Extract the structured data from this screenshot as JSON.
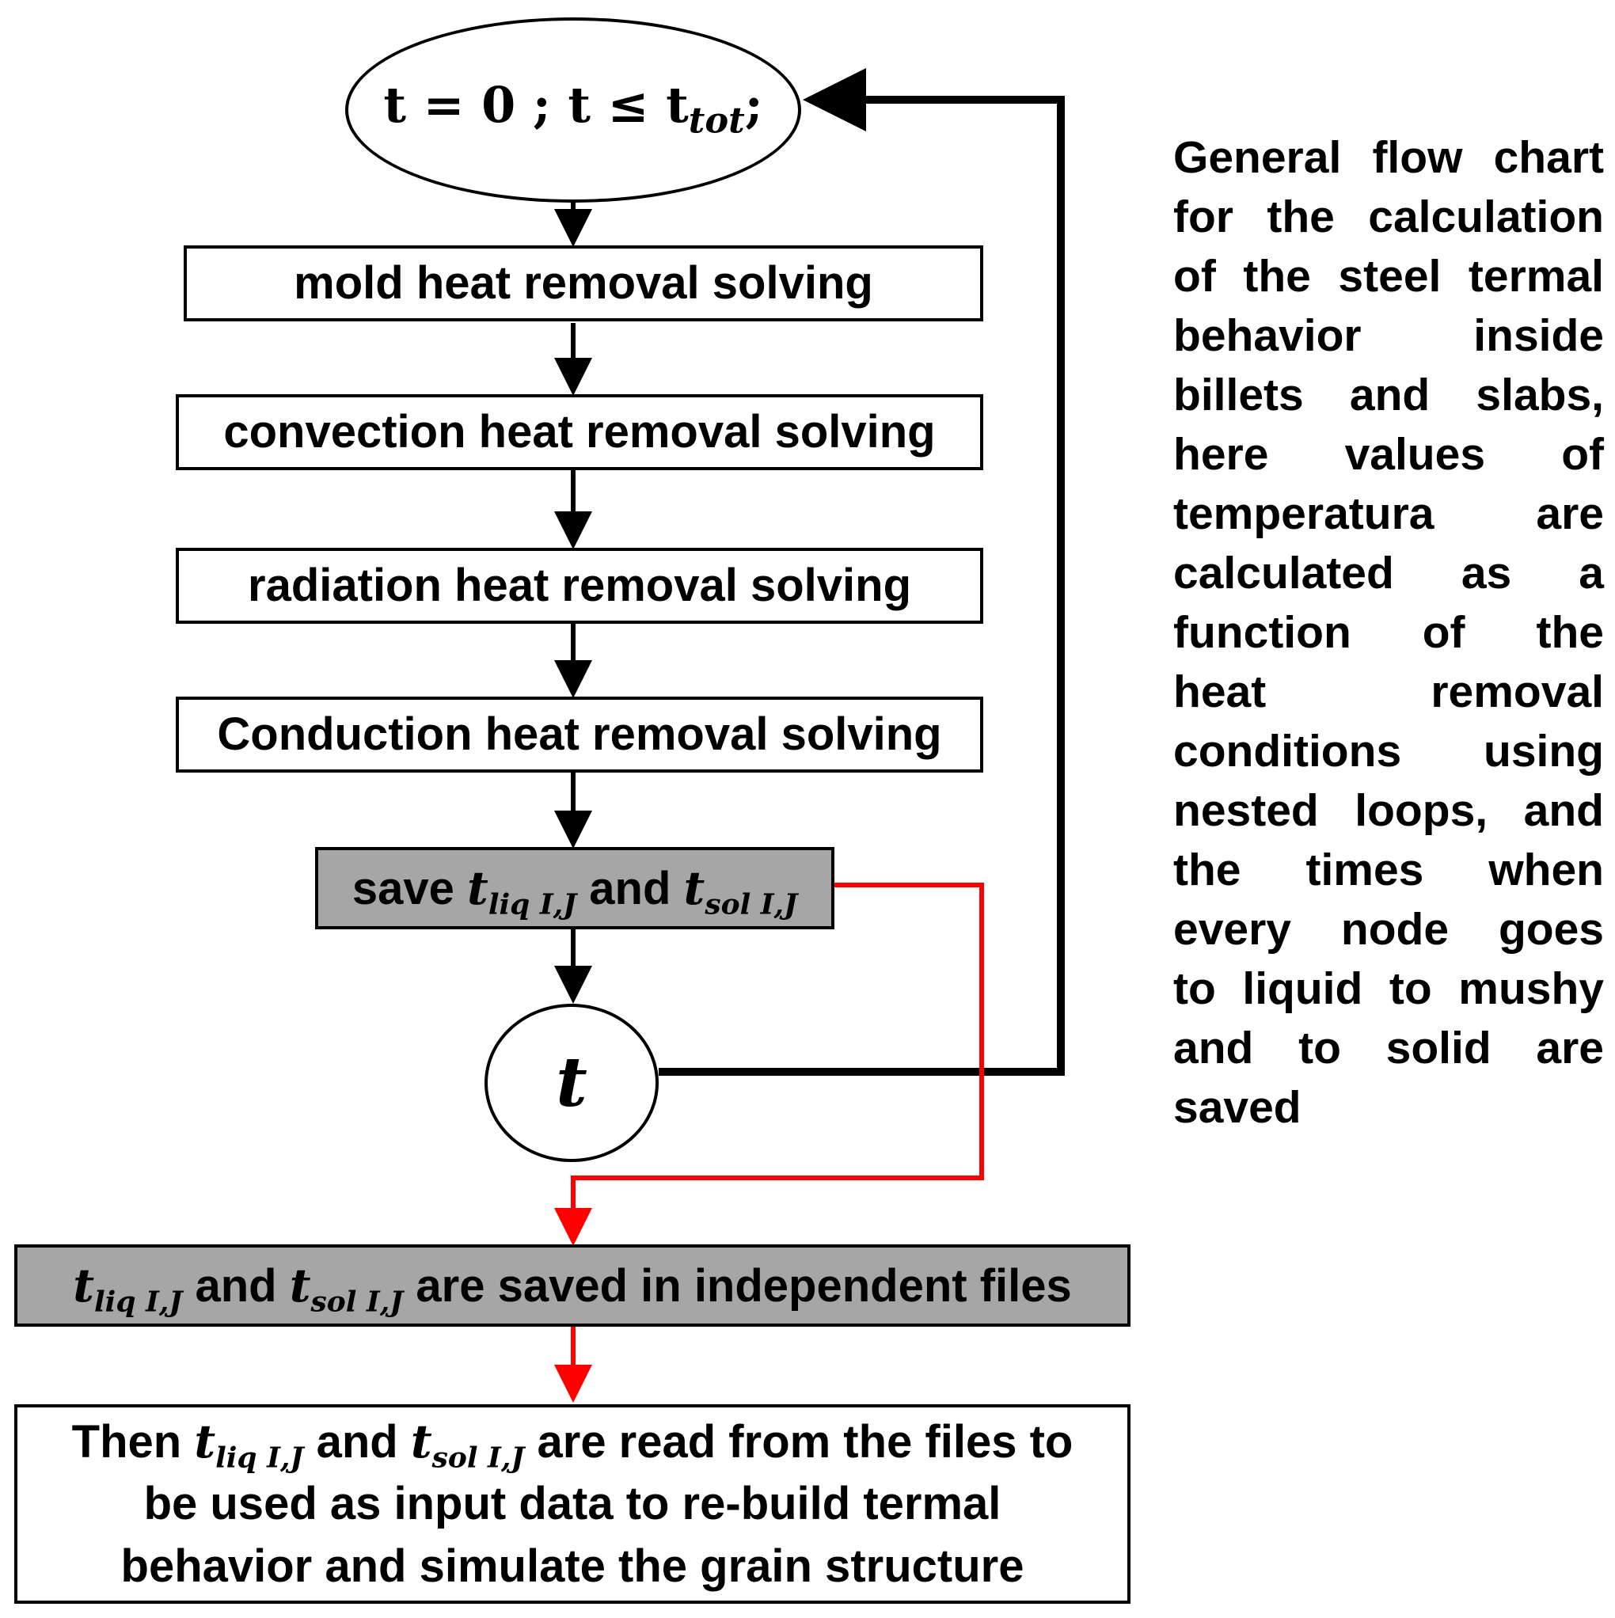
{
  "flowchart": {
    "start": {
      "condition_init": "t = 0",
      "condition_sep": ";",
      "condition_test": "t ≤ t",
      "condition_test_sub": "tot",
      "condition_end": ";"
    },
    "steps": [
      "mold heat removal solving",
      "convection heat removal solving",
      "radiation heat removal solving",
      "Conduction heat removal solving"
    ],
    "save_step": {
      "prefix": "save",
      "var1": "t",
      "var1_sub": "liq I,J",
      "conj": "and",
      "var2": "t",
      "var2_sub": "sol I,J"
    },
    "time_node": "t",
    "files_step": {
      "var1": "t",
      "var1_sub": "liq I,J",
      "conj": "and",
      "var2": "t",
      "var2_sub": "sol I,J",
      "suffix": "are saved in independent files"
    },
    "final_step": {
      "prefix": "Then",
      "var1": "t",
      "var1_sub": "liq I,J",
      "conj": "and",
      "var2": "t",
      "var2_sub": "sol I,J",
      "line1_suffix": "are read from the files to",
      "line2": "be used as input data to re-build termal",
      "line3": "behavior and simulate the grain structure"
    },
    "colors": {
      "main_flow": "#000000",
      "save_flow": "#ff0000",
      "highlight_fill": "#a6a6a6"
    }
  },
  "caption": {
    "lines": [
      "General flow chart",
      "for the calculation",
      "of the steel termal",
      "behavior inside",
      "billets and slabs,",
      "here values of",
      "temperatura are",
      "calculated as a",
      "function of the",
      "heat removal",
      "conditions using",
      "nested loops, and",
      "the times when",
      "every node goes",
      "to liquid to mushy",
      "and to solid are",
      "saved"
    ]
  }
}
